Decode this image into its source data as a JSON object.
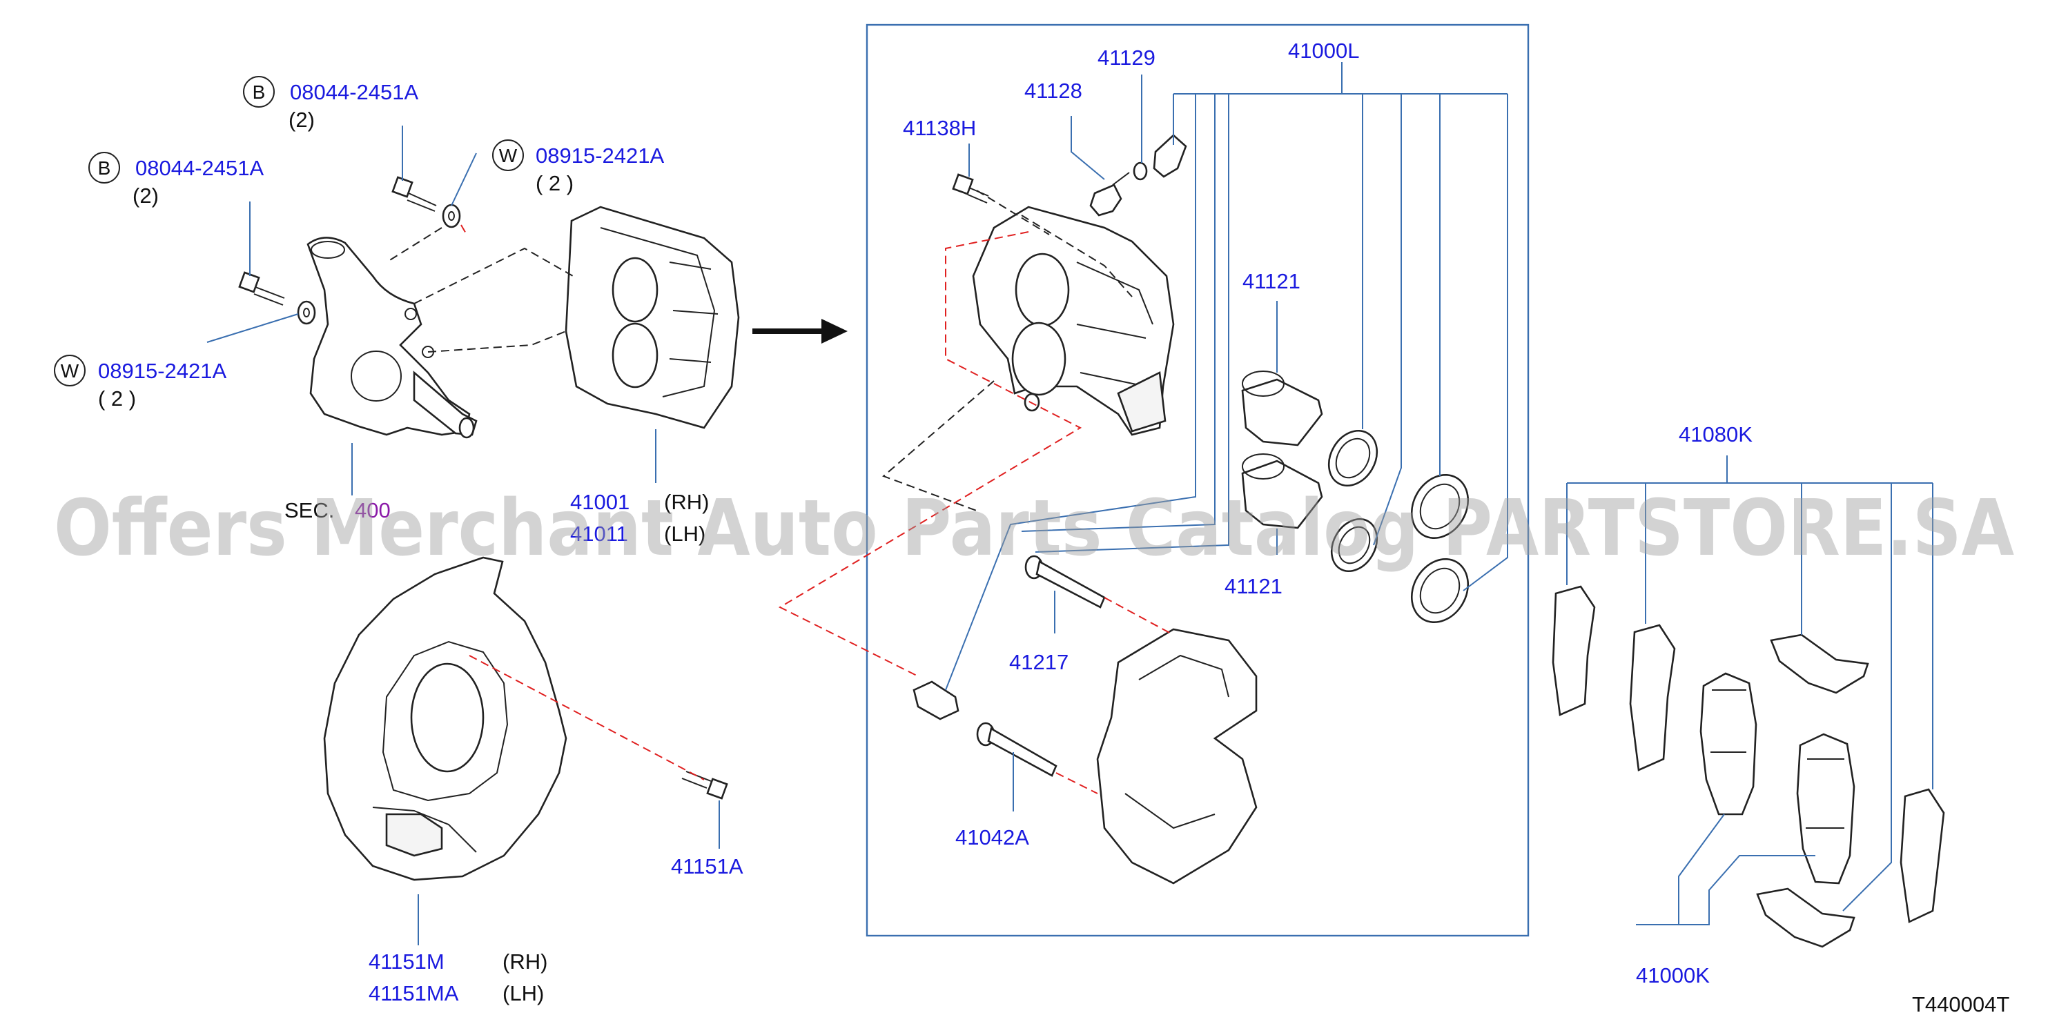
{
  "labels": {
    "bolt_top": {
      "code": "08044-2451A",
      "qty": "(2)"
    },
    "bolt_left": {
      "code": "08044-2451A",
      "qty": "(2)"
    },
    "washer_right": {
      "code": "08915-2421A",
      "qty": "( 2 )"
    },
    "washer_left": {
      "code": "08915-2421A",
      "qty": "( 2 )"
    },
    "sec": {
      "prefix": "SEC.",
      "ref": "400"
    },
    "caliper_rh": {
      "code": "41001",
      "side": "(RH)"
    },
    "caliper_lh": {
      "code": "41011",
      "side": "(LH)"
    },
    "p41129": "41129",
    "p41128": "41128",
    "p41138h": "41138H",
    "p41000l": "41000L",
    "p41121_top": "41121",
    "p41121_bottom": "41121",
    "p41217": "41217",
    "p41042a": "41042A",
    "p41151a": "41151A",
    "plate_rh": {
      "code": "41151M",
      "side": "(RH)"
    },
    "plate_lh": {
      "code": "41151MA",
      "side": "(LH)"
    },
    "p41080k": "41080K",
    "p41000k": "41000K",
    "diagram_id": "T440004T"
  },
  "markers": {
    "bolt": "B",
    "washer": "W"
  },
  "watermark": "Offers Merchant Auto Parts Catalog PARTSTORE.SA",
  "colors": {
    "label": "#1a1adf",
    "leader": "#3a6fb0",
    "dash_red": "#e02020",
    "ink": "#222222"
  },
  "icons": {
    "arrow": "right-arrow-icon"
  }
}
